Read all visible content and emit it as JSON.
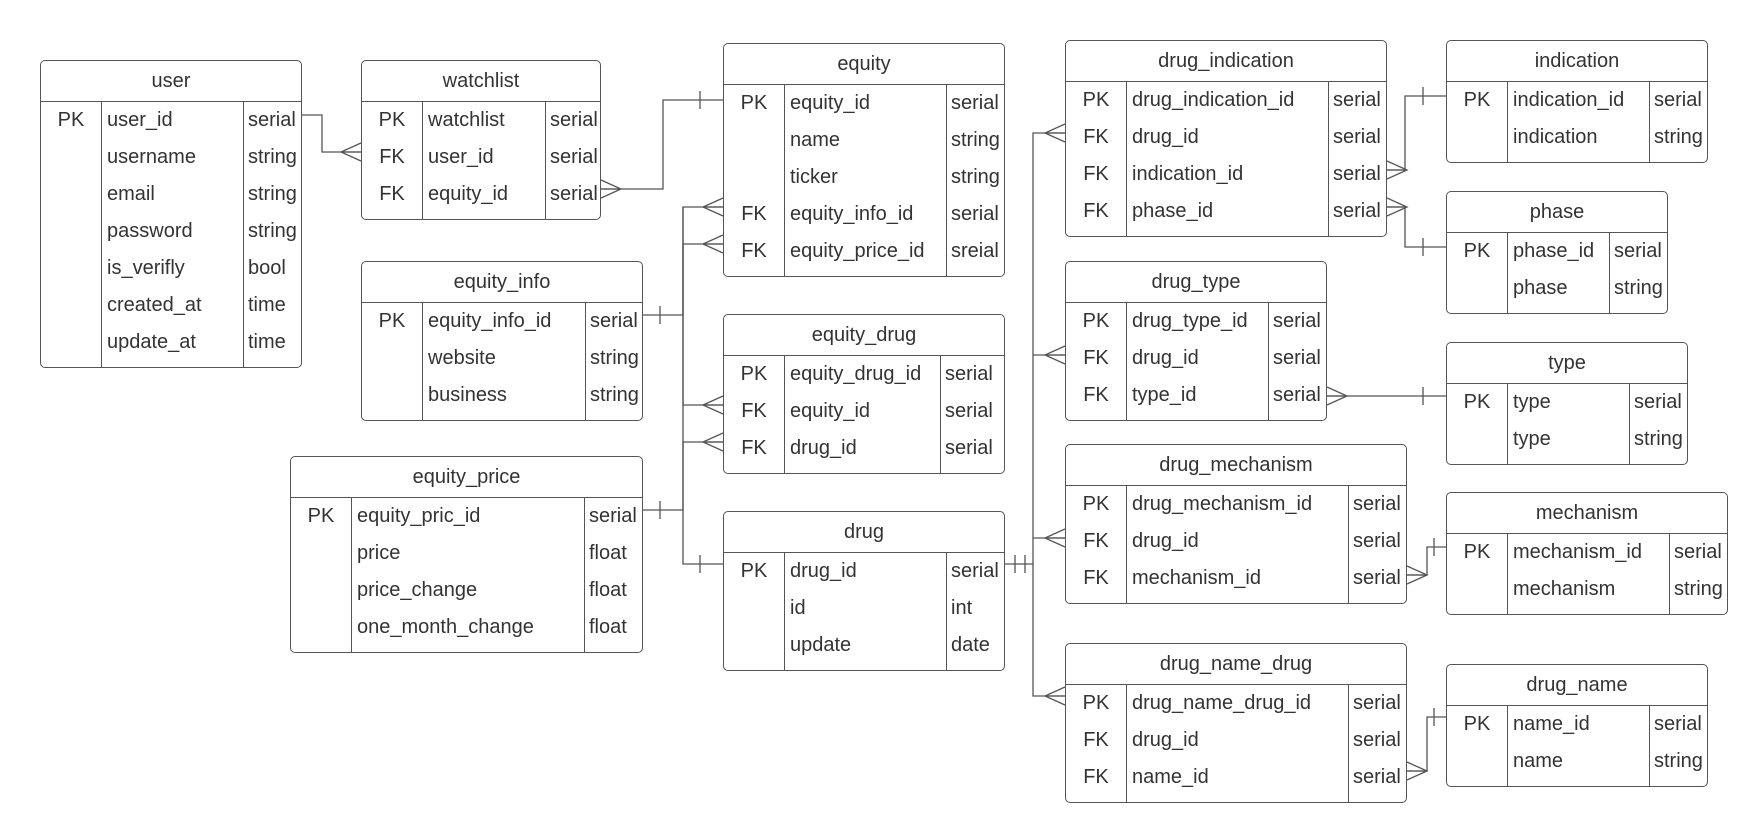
{
  "diagram": {
    "entities": [
      {
        "key": "user",
        "title": "user",
        "columns": [
          {
            "k": "PK",
            "n": "user_id",
            "t": "serial"
          },
          {
            "k": "",
            "n": "username",
            "t": "string"
          },
          {
            "k": "",
            "n": "email",
            "t": "string"
          },
          {
            "k": "",
            "n": "password",
            "t": "string"
          },
          {
            "k": "",
            "n": "is_verifly",
            "t": "bool"
          },
          {
            "k": "",
            "n": "created_at",
            "t": "time"
          },
          {
            "k": "",
            "n": "update_at",
            "t": "time"
          }
        ]
      },
      {
        "key": "watchlist",
        "title": "watchlist",
        "columns": [
          {
            "k": "PK",
            "n": "watchlist",
            "t": "serial"
          },
          {
            "k": "FK",
            "n": "user_id",
            "t": "serial"
          },
          {
            "k": "FK",
            "n": "equity_id",
            "t": "serial"
          }
        ]
      },
      {
        "key": "equity_info",
        "title": "equity_info",
        "columns": [
          {
            "k": "PK",
            "n": "equity_info_id",
            "t": "serial"
          },
          {
            "k": "",
            "n": "website",
            "t": "string"
          },
          {
            "k": "",
            "n": "business",
            "t": "string"
          }
        ]
      },
      {
        "key": "equity_price",
        "title": "equity_price",
        "columns": [
          {
            "k": "PK",
            "n": "equity_pric_id",
            "t": "serial"
          },
          {
            "k": "",
            "n": "price",
            "t": "float"
          },
          {
            "k": "",
            "n": "price_change",
            "t": "float"
          },
          {
            "k": "",
            "n": "one_month_change",
            "t": "float"
          }
        ]
      },
      {
        "key": "equity",
        "title": "equity",
        "columns": [
          {
            "k": "PK",
            "n": "equity_id",
            "t": "serial"
          },
          {
            "k": "",
            "n": "name",
            "t": "string"
          },
          {
            "k": "",
            "n": "ticker",
            "t": "string"
          },
          {
            "k": "FK",
            "n": "equity_info_id",
            "t": "serial"
          },
          {
            "k": "FK",
            "n": "equity_price_id",
            "t": "sreial"
          }
        ]
      },
      {
        "key": "equity_drug",
        "title": "equity_drug",
        "columns": [
          {
            "k": "PK",
            "n": "equity_drug_id",
            "t": "serial"
          },
          {
            "k": "FK",
            "n": "equity_id",
            "t": "serial"
          },
          {
            "k": "FK",
            "n": "drug_id",
            "t": "serial"
          }
        ]
      },
      {
        "key": "drug",
        "title": "drug",
        "columns": [
          {
            "k": "PK",
            "n": "drug_id",
            "t": "serial"
          },
          {
            "k": "",
            "n": "id",
            "t": "int"
          },
          {
            "k": "",
            "n": "update",
            "t": "date"
          }
        ]
      },
      {
        "key": "drug_indication",
        "title": "drug_indication",
        "columns": [
          {
            "k": "PK",
            "n": "drug_indication_id",
            "t": "serial"
          },
          {
            "k": "FK",
            "n": "drug_id",
            "t": "serial"
          },
          {
            "k": "FK",
            "n": "indication_id",
            "t": "serial"
          },
          {
            "k": "FK",
            "n": "phase_id",
            "t": "serial"
          }
        ]
      },
      {
        "key": "drug_type",
        "title": "drug_type",
        "columns": [
          {
            "k": "PK",
            "n": "drug_type_id",
            "t": "serial"
          },
          {
            "k": "FK",
            "n": "drug_id",
            "t": "serial"
          },
          {
            "k": "FK",
            "n": "type_id",
            "t": "serial"
          }
        ]
      },
      {
        "key": "drug_mechanism",
        "title": "drug_mechanism",
        "columns": [
          {
            "k": "PK",
            "n": "drug_mechanism_id",
            "t": "serial"
          },
          {
            "k": "FK",
            "n": "drug_id",
            "t": "serial"
          },
          {
            "k": "FK",
            "n": "mechanism_id",
            "t": "serial"
          }
        ]
      },
      {
        "key": "drug_name_drug",
        "title": "drug_name_drug",
        "columns": [
          {
            "k": "PK",
            "n": "drug_name_drug_id",
            "t": "serial"
          },
          {
            "k": "FK",
            "n": "drug_id",
            "t": "serial"
          },
          {
            "k": "FK",
            "n": "name_id",
            "t": "serial"
          }
        ]
      },
      {
        "key": "indication",
        "title": "indication",
        "columns": [
          {
            "k": "PK",
            "n": "indication_id",
            "t": "serial"
          },
          {
            "k": "",
            "n": "indication",
            "t": "string"
          }
        ]
      },
      {
        "key": "phase",
        "title": "phase",
        "columns": [
          {
            "k": "PK",
            "n": "phase_id",
            "t": "serial"
          },
          {
            "k": "",
            "n": "phase",
            "t": "string"
          }
        ]
      },
      {
        "key": "type",
        "title": "type",
        "columns": [
          {
            "k": "PK",
            "n": "type",
            "t": "serial"
          },
          {
            "k": "",
            "n": "type",
            "t": "string"
          }
        ]
      },
      {
        "key": "mechanism",
        "title": "mechanism",
        "columns": [
          {
            "k": "PK",
            "n": "mechanism_id",
            "t": "serial"
          },
          {
            "k": "",
            "n": "mechanism",
            "t": "string"
          }
        ]
      },
      {
        "key": "drug_name",
        "title": "drug_name",
        "columns": [
          {
            "k": "PK",
            "n": "name_id",
            "t": "serial"
          },
          {
            "k": "",
            "n": "name",
            "t": "string"
          }
        ]
      }
    ],
    "relationships": [
      {
        "from": "user",
        "to": "watchlist"
      },
      {
        "from": "equity",
        "to": "watchlist"
      },
      {
        "from": "equity_info",
        "to": "equity"
      },
      {
        "from": "equity_price",
        "to": "equity"
      },
      {
        "from": "equity",
        "to": "equity_drug"
      },
      {
        "from": "drug",
        "to": "equity_drug"
      },
      {
        "from": "drug",
        "to": "drug_indication"
      },
      {
        "from": "drug",
        "to": "drug_type"
      },
      {
        "from": "drug",
        "to": "drug_mechanism"
      },
      {
        "from": "drug",
        "to": "drug_name_drug"
      },
      {
        "from": "indication",
        "to": "drug_indication"
      },
      {
        "from": "phase",
        "to": "drug_indication"
      },
      {
        "from": "type",
        "to": "drug_type"
      },
      {
        "from": "mechanism",
        "to": "drug_mechanism"
      },
      {
        "from": "drug_name",
        "to": "drug_name_drug"
      }
    ]
  }
}
